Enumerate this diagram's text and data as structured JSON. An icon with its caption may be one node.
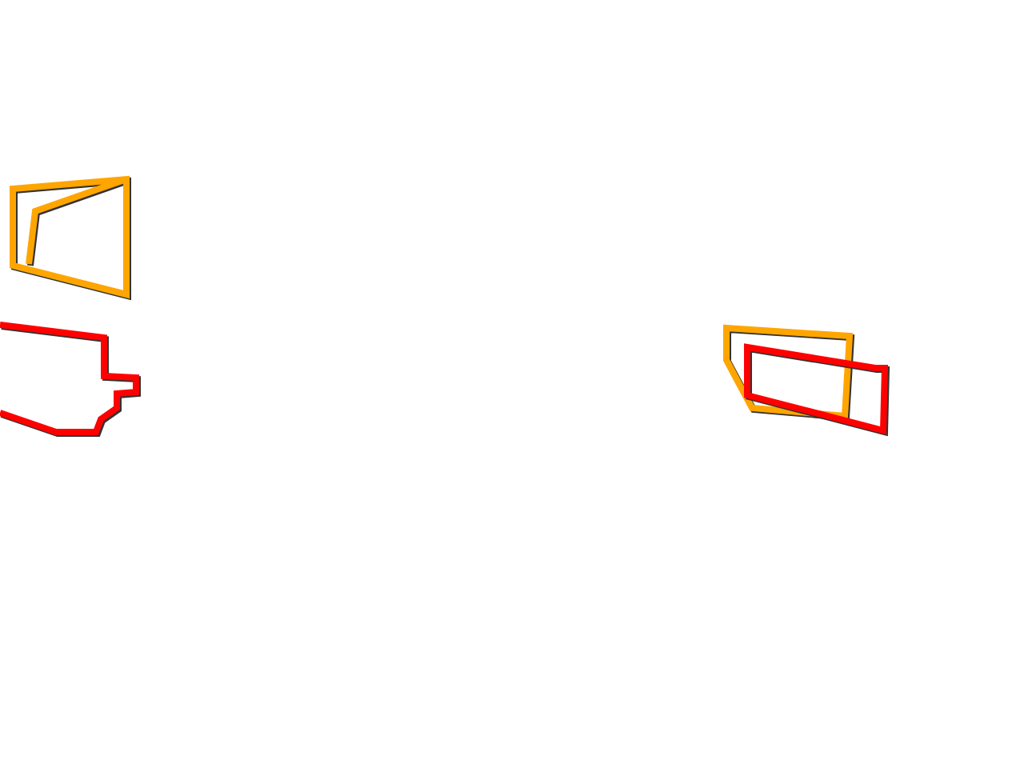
{
  "diagram": {
    "nodes": [
      {
        "text": [],
        "shape": "polygon"
      },
      {
        "text": [],
        "shape": "polygon"
      },
      {
        "text": [],
        "shape": "polygon"
      },
      {
        "text": [],
        "shape": "polygon"
      }
    ]
  }
}
